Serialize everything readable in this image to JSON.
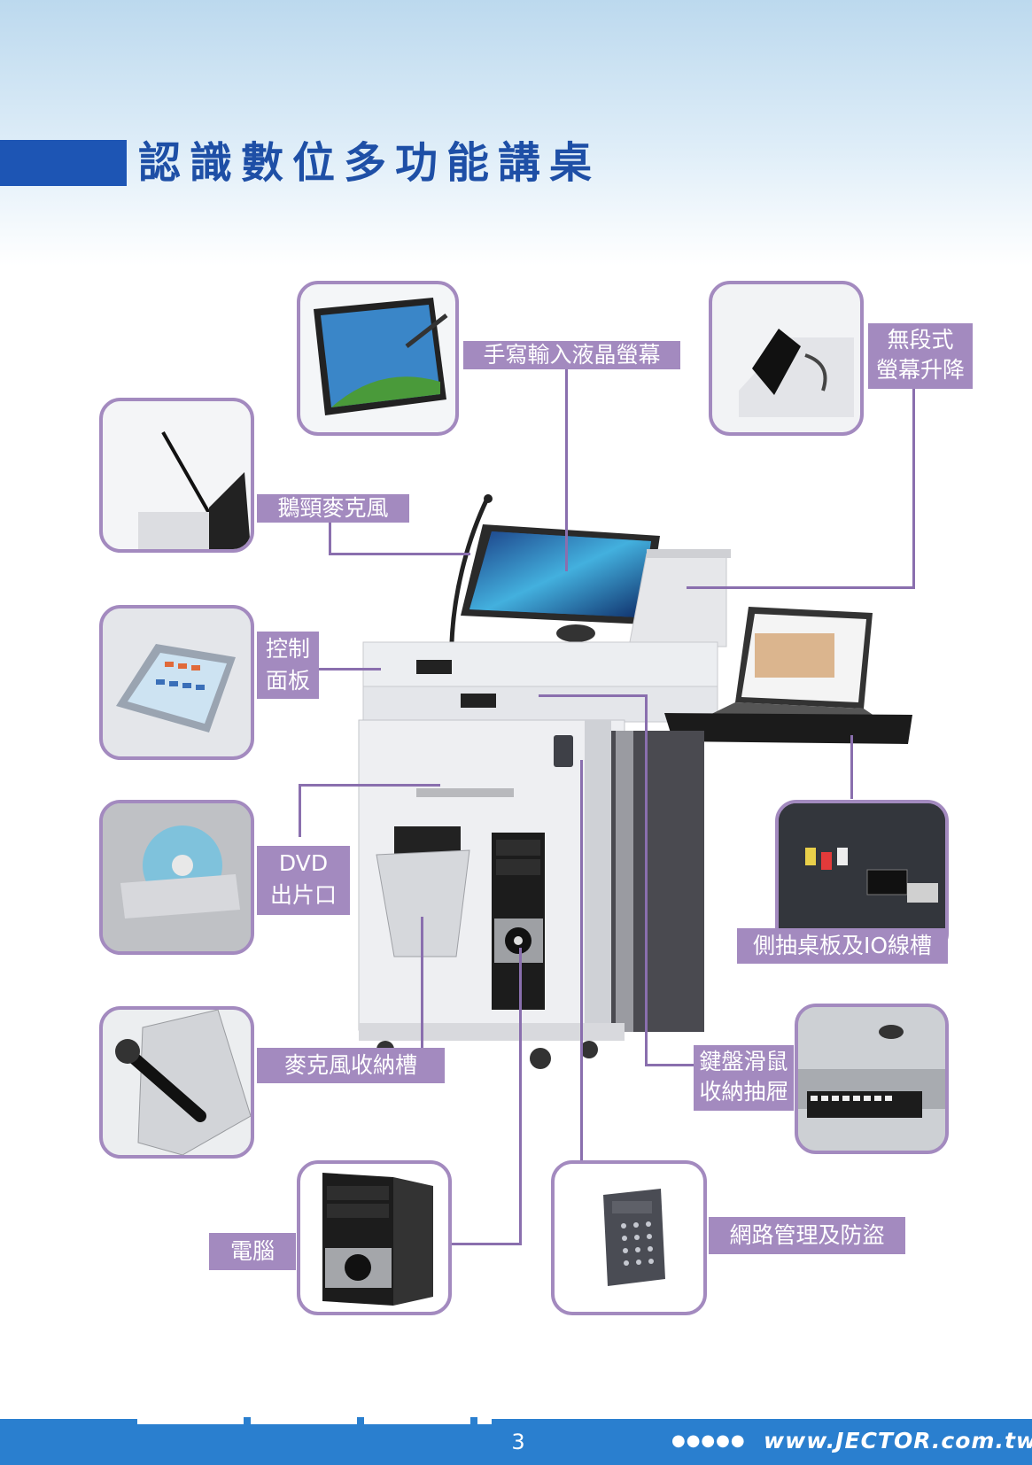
{
  "page": {
    "title": "認識數位多功能講桌",
    "page_number": "3",
    "footer_dots": "●●●●●",
    "website": "www.JECTOR.com.tw"
  },
  "features": {
    "touch_screen": "手寫輸入液晶螢幕",
    "screen_lift_line1": "無段式",
    "screen_lift_line2": "螢幕升降",
    "gooseneck_mic": "鵝頸麥克風",
    "control_panel_line1": "控制",
    "control_panel_line2": "面板",
    "dvd_line1": "DVD",
    "dvd_line2": "出片口",
    "side_desk": "側抽桌板及IO線槽",
    "mic_storage": "麥克風收納槽",
    "keyboard_drawer_line1": "鍵盤滑鼠",
    "keyboard_drawer_line2": "收納抽屜",
    "computer": "電腦",
    "network_security": "網路管理及防盜"
  },
  "colors": {
    "accent_purple": "#a38abf",
    "title_blue": "#1e4fa6",
    "footer_blue": "#2a7fcf"
  }
}
